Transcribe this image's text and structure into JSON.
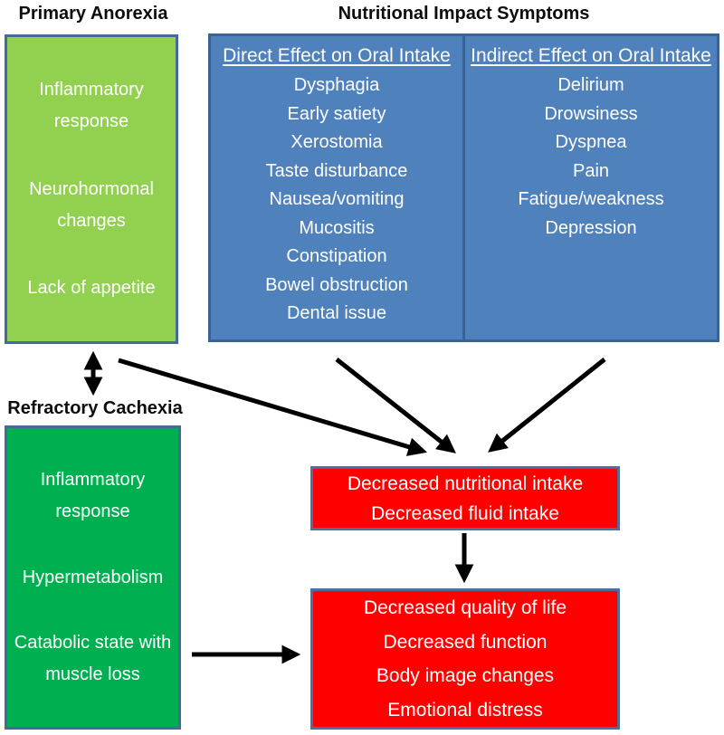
{
  "diagram": {
    "primary_anorexia": {
      "title": "Primary Anorexia",
      "items": [
        "Inflammatory response",
        "Neurohormonal changes",
        "Lack of appetite"
      ]
    },
    "nutritional_impact": {
      "title": "Nutritional Impact Symptoms",
      "direct": {
        "heading": "Direct Effect on Oral Intake",
        "items": [
          "Dysphagia",
          "Early satiety",
          "Xerostomia",
          "Taste disturbance",
          "Nausea/vomiting",
          "Mucositis",
          "Constipation",
          "Bowel obstruction",
          "Dental issue"
        ]
      },
      "indirect": {
        "heading": "Indirect Effect on Oral Intake",
        "items": [
          "Delirium",
          "Drowsiness",
          "Dyspnea",
          "Pain",
          "Fatigue/weakness",
          "Depression"
        ]
      }
    },
    "refractory_cachexia": {
      "title": "Refractory Cachexia",
      "items": [
        "Inflammatory response",
        "Hypermetabolism",
        "Catabolic state with muscle loss"
      ]
    },
    "decreased_intake": {
      "lines": [
        "Decreased nutritional intake",
        "Decreased fluid intake"
      ]
    },
    "outcomes": {
      "lines": [
        "Decreased quality of life",
        "Decreased function",
        "Body image changes",
        "Emotional distress"
      ]
    },
    "colors": {
      "light_green_fill": "#92D050",
      "dark_green_fill": "#00B050",
      "blue_fill": "#4F81BD",
      "red_fill": "#FE0000",
      "box_border_blue": "#44699C",
      "arrow_black": "#000000",
      "text_on_fill": "#FFFFFF",
      "title_text": "#0D0D0D"
    }
  }
}
